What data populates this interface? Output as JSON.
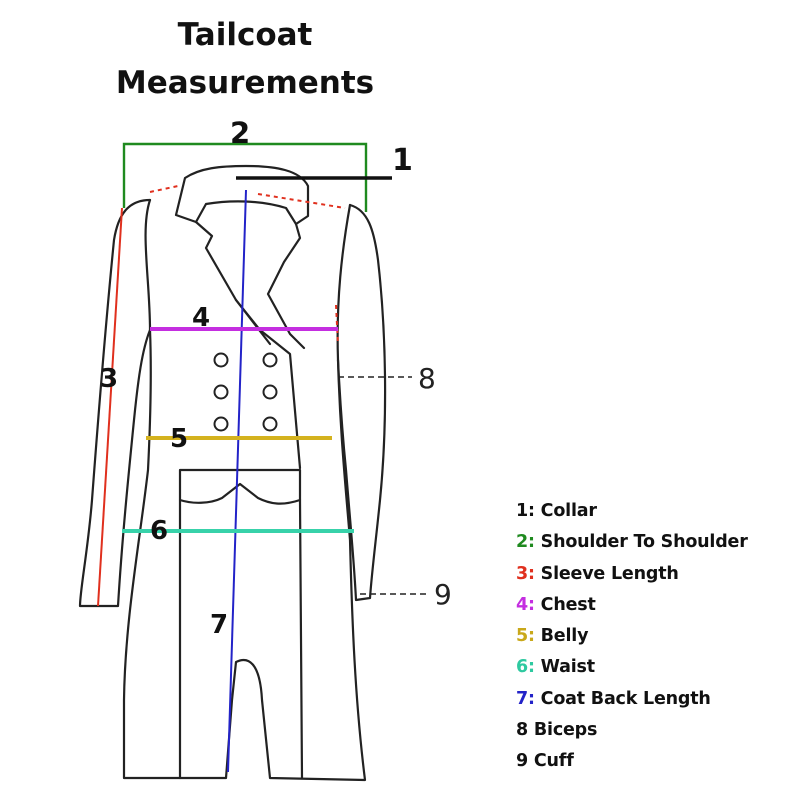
{
  "title": {
    "line1": "Tailcoat",
    "line2": "Measurements"
  },
  "markers": {
    "m1": "1",
    "m2": "2",
    "m3": "3",
    "m4": "4",
    "m5": "5",
    "m6": "6",
    "m7": "7",
    "m8": "8",
    "m9": "9"
  },
  "legend": [
    {
      "num": "1:",
      "text": " Collar",
      "color": "#111111"
    },
    {
      "num": "2:",
      "text": " Shoulder To Shoulder",
      "color": "#1f8a1f"
    },
    {
      "num": "3:",
      "text": " Sleeve Length",
      "color": "#e0301e"
    },
    {
      "num": "4:",
      "text": " Chest",
      "color": "#c42ee0"
    },
    {
      "num": "5:",
      "text": " Belly",
      "color": "#c9a81a"
    },
    {
      "num": "6:",
      "text": " Waist",
      "color": "#2ec9a0"
    },
    {
      "num": "7:",
      "text": " Coat Back Length",
      "color": "#2323c8"
    },
    {
      "num": "8",
      "text": " Biceps",
      "color": "#111111"
    },
    {
      "num": "9",
      "text": " Cuff",
      "color": "#111111"
    }
  ],
  "colors": {
    "outline": "#222222",
    "collar": "#111111",
    "shoulder": "#1f8a1f",
    "sleeve": "#e0301e",
    "chest": "#c42ee0",
    "belly": "#d4b21e",
    "waist": "#38d2aa",
    "back_length": "#2323c8"
  }
}
